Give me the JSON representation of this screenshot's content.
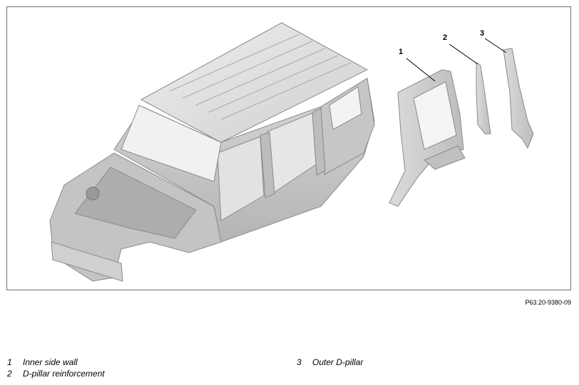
{
  "figure": {
    "id": "P63.20-9380-09",
    "callouts": [
      {
        "number": "1"
      },
      {
        "number": "2"
      },
      {
        "number": "3"
      }
    ]
  },
  "legend": [
    {
      "number": "1",
      "label": "Inner side wall"
    },
    {
      "number": "2",
      "label": "D-pillar reinforcement"
    },
    {
      "number": "3",
      "label": "Outer D-pillar"
    }
  ]
}
